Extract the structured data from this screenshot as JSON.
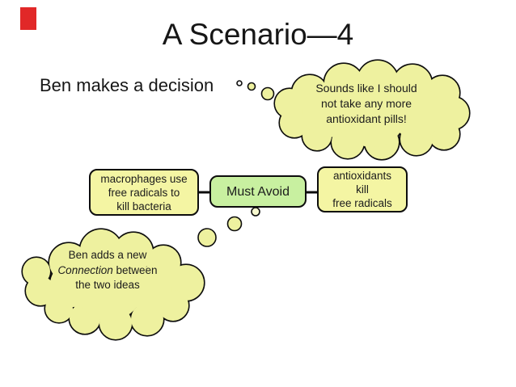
{
  "slide": {
    "title": "A Scenario—4",
    "lead": "Ben makes a decision"
  },
  "map": {
    "left": {
      "lines": [
        "macrophages use",
        "free radicals to",
        "kill bacteria"
      ]
    },
    "center": {
      "label": "Must Avoid"
    },
    "right": {
      "lines": [
        "antioxidants",
        "kill",
        "free radicals"
      ]
    }
  },
  "bubbles": {
    "top": {
      "lines": [
        "Sounds like I should",
        "not take any more",
        "antioxidant pills!"
      ]
    },
    "bottom": {
      "line1": "Ben adds a new",
      "line2_italic": "Connection",
      "line2_rest": " between",
      "line3": "the two ideas"
    }
  },
  "colors": {
    "node_yellow": "#f4f5a3",
    "node_green": "#c8f0a0",
    "cloud_yellow": "#eef19f",
    "outline": "#000000",
    "red_marker": "#e12828",
    "text": "#1c1c1c"
  }
}
